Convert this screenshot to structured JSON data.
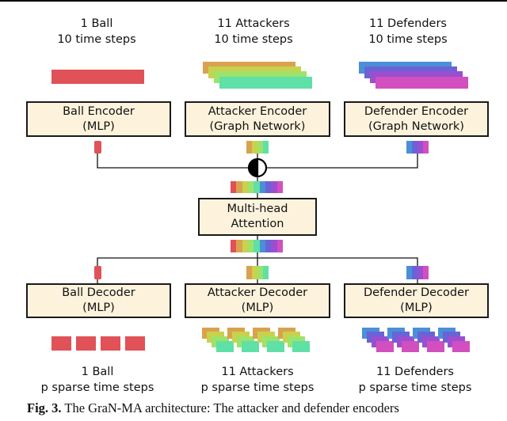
{
  "inputs": {
    "ball": {
      "line1": "1 Ball",
      "line2": "10 time steps"
    },
    "attackers": {
      "line1": "11 Attackers",
      "line2": "10 time steps"
    },
    "defenders": {
      "line1": "11 Defenders",
      "line2": "10 time steps"
    }
  },
  "encoders": {
    "ball": {
      "title": "Ball Encoder",
      "sub": "(MLP)"
    },
    "attacker": {
      "title": "Attacker Encoder",
      "sub": "(Graph Network)"
    },
    "defender": {
      "title": "Defender Encoder",
      "sub": "(Graph Network)"
    }
  },
  "attention": {
    "line1": "Multi-head",
    "line2": "Attention"
  },
  "decoders": {
    "ball": {
      "title": "Ball Decoder",
      "sub": "(MLP)"
    },
    "attacker": {
      "title": "Attacker Decoder",
      "sub": "(MLP)"
    },
    "defender": {
      "title": "Defender Decoder",
      "sub": "(MLP)"
    }
  },
  "outputs": {
    "ball": {
      "line1": "1 Ball",
      "line2": "p sparse time steps"
    },
    "attackers": {
      "line1": "11 Attackers",
      "line2": "p sparse time steps"
    },
    "defenders": {
      "line1": "11 Defenders",
      "line2": "p sparse time steps"
    }
  },
  "caption": {
    "label": "Fig. 3.",
    "text": "The GraN-MA architecture: The attacker and defender encoders"
  },
  "colors": {
    "ball": "#e05257",
    "attacker": [
      "#d9a24e",
      "#c8d24e",
      "#9ee26a",
      "#5fe0a6"
    ],
    "defender": [
      "#4b8fd8",
      "#6a63d6",
      "#9a4fd0",
      "#d24fc0"
    ]
  }
}
